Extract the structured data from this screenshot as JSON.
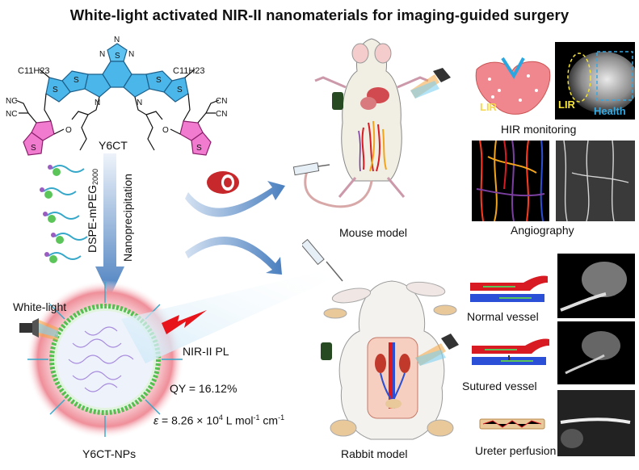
{
  "title": "White-light activated NIR-II nanomaterials for imaging-guided surgery",
  "molecule": {
    "name": "Y6CT",
    "chain_left": "C11H23",
    "chain_right": "C11H23",
    "core_atoms": {
      "n": "N",
      "s": "S",
      "o": "O",
      "cn": "NC",
      "cn_r": "CN"
    }
  },
  "process": {
    "reagent": "DSPE-mPEG",
    "reagent_sub": "2000",
    "method": "Nanoprecipitation"
  },
  "nanoparticle": {
    "name": "Y6CT-NPs",
    "excitation": "White-light",
    "emission": "NIR-II PL",
    "qy": "QY = 16.12%",
    "epsilon_sym": "ε",
    "epsilon_eq": " = 8.26 × 10",
    "epsilon_exp": "4",
    "epsilon_unit1": " L mol",
    "epsilon_exp2": "-1",
    "epsilon_unit2": " cm",
    "epsilon_exp3": "-1"
  },
  "models": {
    "mouse": "Mouse model",
    "rabbit": "Rabbit model"
  },
  "applications": {
    "hir": "HIR monitoring",
    "lir_label": "LIR",
    "lir_label2": "LIR",
    "health_label": "Health",
    "angiography": "Angiography",
    "normal_vessel": "Normal vessel",
    "sutured_vessel": "Sutured vessel",
    "ureter": "Ureter perfusion"
  },
  "colors": {
    "thiophene": "#29a3e0",
    "acceptor": "#e44bb6",
    "arrow_blue": "#4a7fbf",
    "nir_red": "#e8141b",
    "halo_pink": "#f3a0a8"
  }
}
